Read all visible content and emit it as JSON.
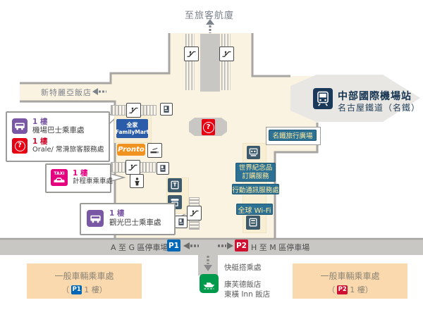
{
  "top": {
    "terminal_label": "至旅客航廈"
  },
  "left_wing": {
    "hotel_label": "新特麗亞飯店"
  },
  "station": {
    "name": "中部國際機場站",
    "railway": "名古屋鐵道（名鐵）"
  },
  "plaza": {
    "label": "名鐵旅行廣場"
  },
  "shops": {
    "familymart_line1": "全家",
    "familymart_line2": "FamilyMart",
    "pronto": "Pronto"
  },
  "services": {
    "souvenir_line1": "世界紀念品",
    "souvenir_line2": "訂購服務",
    "mobile": "行動通訊服務處",
    "wifi": "全球 Wi-Fi"
  },
  "info": {
    "question_mark": "?"
  },
  "callouts": {
    "airport_bus": {
      "floor": "1 樓",
      "label": "機場巴士乘車處"
    },
    "orale": {
      "floor": "1 樓",
      "label": "Orale/ 常滑旅客服務處",
      "icon_text": "?"
    },
    "taxi": {
      "floor": "1 樓",
      "label": "計程車乘車處",
      "badge": "TAXI"
    },
    "tour_bus": {
      "floor": "1 樓",
      "label": "觀光巴士乘車處"
    }
  },
  "road": {
    "left_text": "A 至 G 區停車場",
    "p1": "P1",
    "right_text": "H 至 M 區停車場",
    "p2": "P2"
  },
  "boat": {
    "label": "快艇搭乘處",
    "hotel1": "康芙德飯店",
    "hotel2": "東橫 Inn 飯店"
  },
  "parking_boxes": {
    "left": {
      "title": "一般車輛乘車處",
      "open": "（",
      "badge": "P1",
      "close": "1 樓）"
    },
    "right": {
      "title": "一般車輛乘車處",
      "open": "（",
      "badge": "P2",
      "close": "1 樓）"
    }
  },
  "colors": {
    "floor": "#fbf3e1",
    "wall": "#a7a6a3",
    "road": "#c8c7c3",
    "banner": "#e8e7e3",
    "label_blue": "#2d7294",
    "label_text": "#ffe9a0",
    "navy": "#1b3a5a",
    "purple": "#7a57a5",
    "red": "#e60012",
    "pink": "#e5007f",
    "p1_blue": "#0068b7",
    "p2_red": "#d01030",
    "green": "#009a4d",
    "pronto_orange": "#ef9220",
    "familymart_blue": "#2b5caa",
    "orange_box": "#fbd9ae"
  }
}
